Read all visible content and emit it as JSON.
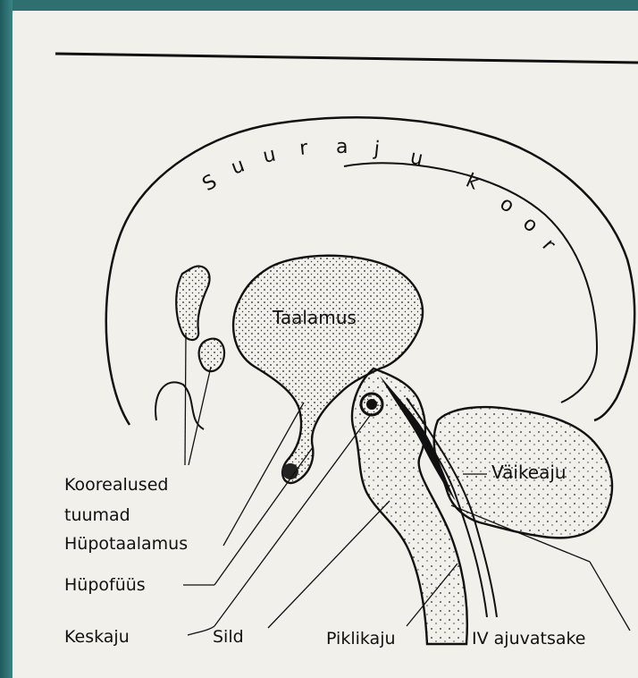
{
  "colors": {
    "frame": "#2f6f70",
    "paper": "#f2f0ea",
    "ink": "#111111"
  },
  "cortex": {
    "letters": [
      "S",
      "u",
      "u",
      "r",
      "a",
      "j",
      "u",
      "k",
      "o",
      "o",
      "r"
    ]
  },
  "labels": {
    "thalamus": "Taalamus",
    "cerebellum": "Väikeaju",
    "basal_nuclei_1": "Koorealused",
    "basal_nuclei_2": "tuumad",
    "hypothalamus": "Hüpotaalamus",
    "pituitary": "Hüpofüüs",
    "midbrain": "Keskaju",
    "pons": "Sild",
    "medulla": "Piklikaju",
    "fourth_ventricle": "IV ajuvatsake"
  }
}
